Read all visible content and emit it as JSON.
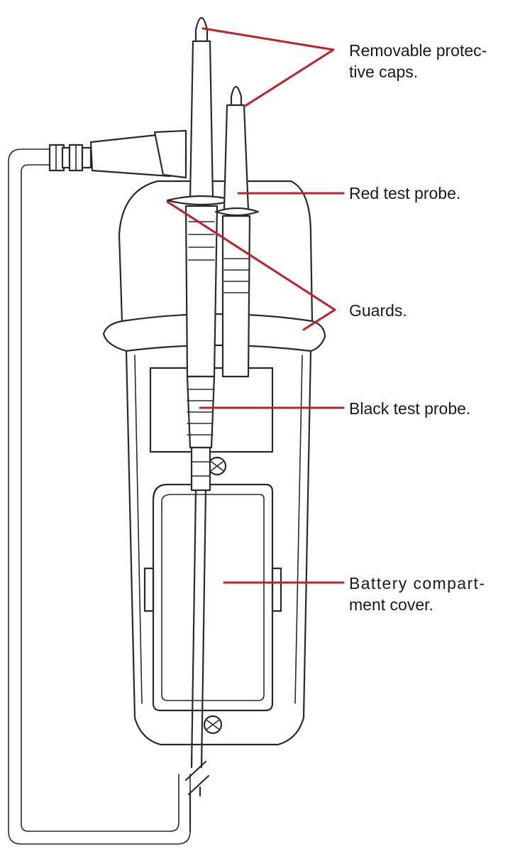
{
  "labels": {
    "caps_line1": "Removable protec-",
    "caps_line2": "tive caps.",
    "red_probe": "Red test probe.",
    "guards": "Guards.",
    "black_probe": "Black test probe.",
    "battery_line1": "Battery compart-",
    "battery_line2": "ment cover."
  },
  "colors": {
    "leader": "#c0202a",
    "outline": "#2a2a2a",
    "background": "#ffffff"
  }
}
